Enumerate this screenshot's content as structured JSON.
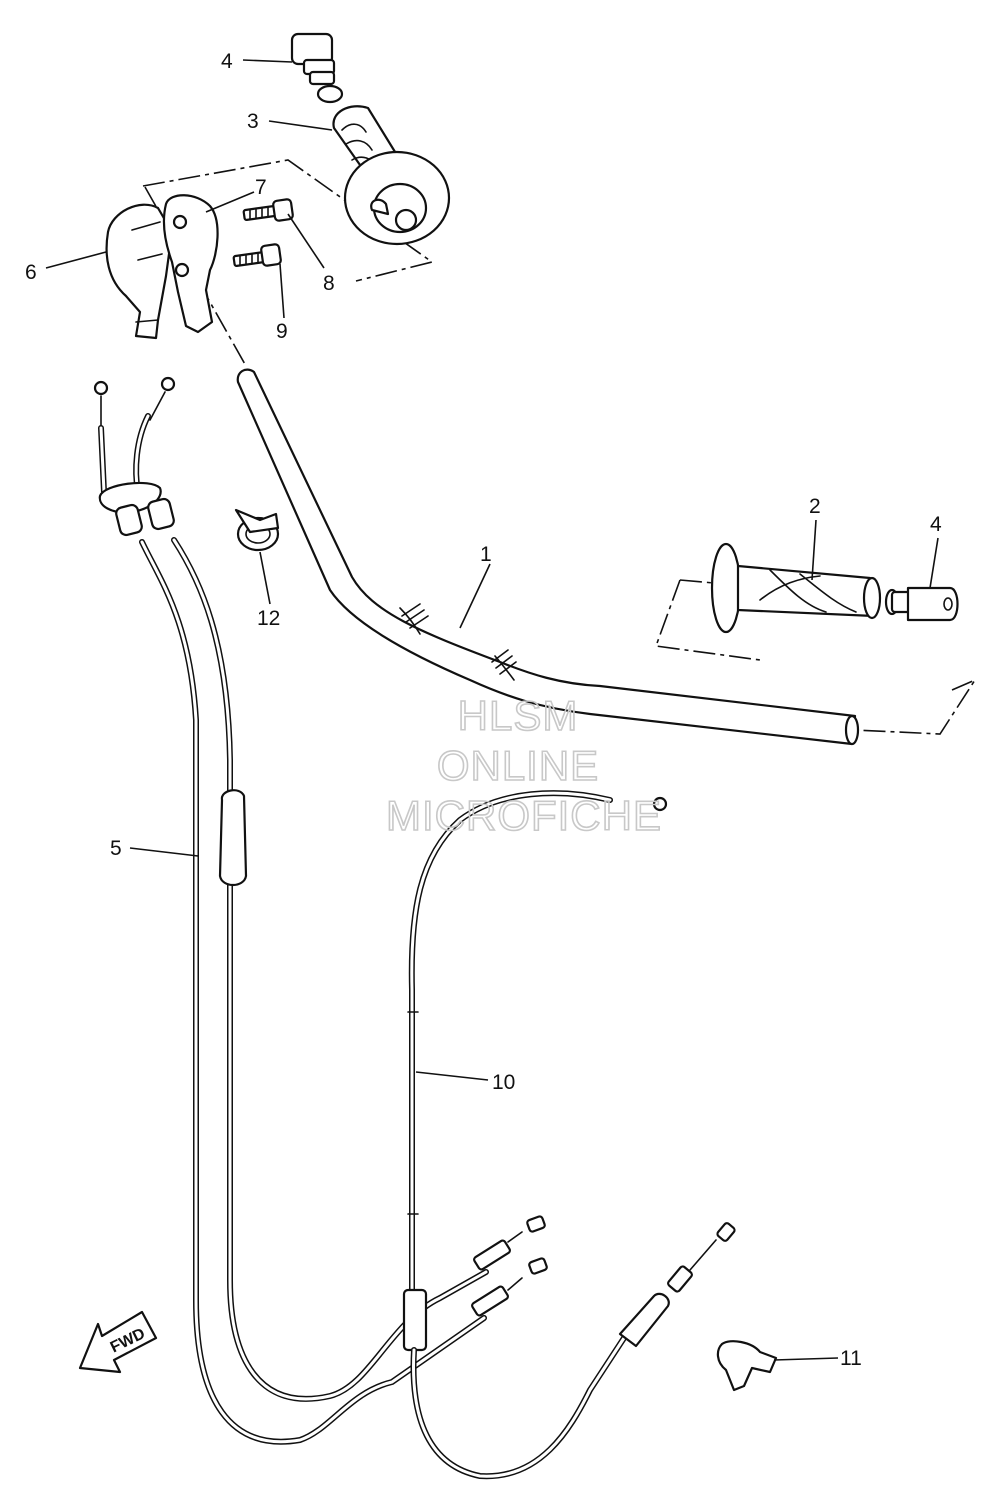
{
  "callouts": [
    {
      "id": "1",
      "label": "1"
    },
    {
      "id": "2",
      "label": "2"
    },
    {
      "id": "3",
      "label": "3"
    },
    {
      "id": "4a",
      "label": "4"
    },
    {
      "id": "4b",
      "label": "4"
    },
    {
      "id": "5",
      "label": "5"
    },
    {
      "id": "6",
      "label": "6"
    },
    {
      "id": "7",
      "label": "7"
    },
    {
      "id": "8",
      "label": "8"
    },
    {
      "id": "9",
      "label": "9"
    },
    {
      "id": "10",
      "label": "10"
    },
    {
      "id": "11",
      "label": "11"
    },
    {
      "id": "12",
      "label": "12"
    }
  ],
  "watermark": {
    "line1": "HLSM",
    "line2": "ONLINE",
    "line3": "MICROFICHE"
  },
  "direction_badge": {
    "label": "FWD"
  }
}
